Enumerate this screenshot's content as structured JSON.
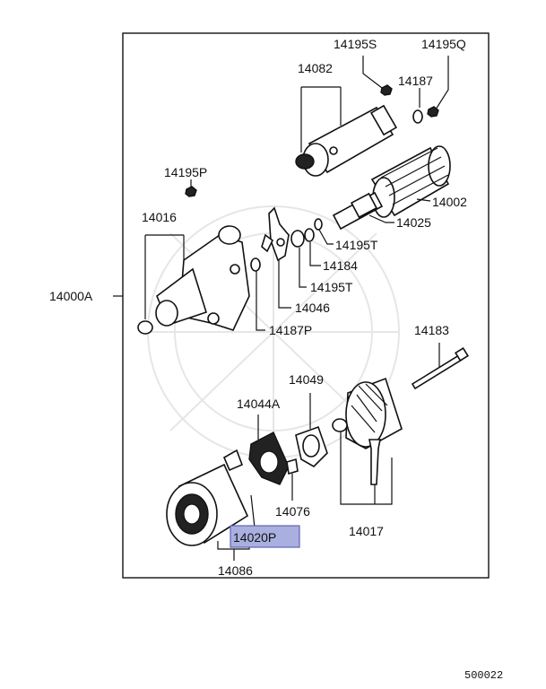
{
  "labels": {
    "p14195S": "14195S",
    "p14195Q": "14195Q",
    "p14082": "14082",
    "p14187a": "14187",
    "p14195P": "14195P",
    "p14002": "14002",
    "p14016": "14016",
    "p14025": "14025",
    "p14195Ta": "14195T",
    "p14184": "14184",
    "p14195Tb": "14195T",
    "p14000A": "14000A",
    "p14046": "14046",
    "p14187P": "14187P",
    "p14183": "14183",
    "p14049": "14049",
    "p14044A": "14044A",
    "p14076": "14076",
    "p14020P": "14020P",
    "p14017": "14017",
    "p14086": "14086"
  },
  "highlight_color": "#a9b0e0",
  "footer_code": "500022"
}
